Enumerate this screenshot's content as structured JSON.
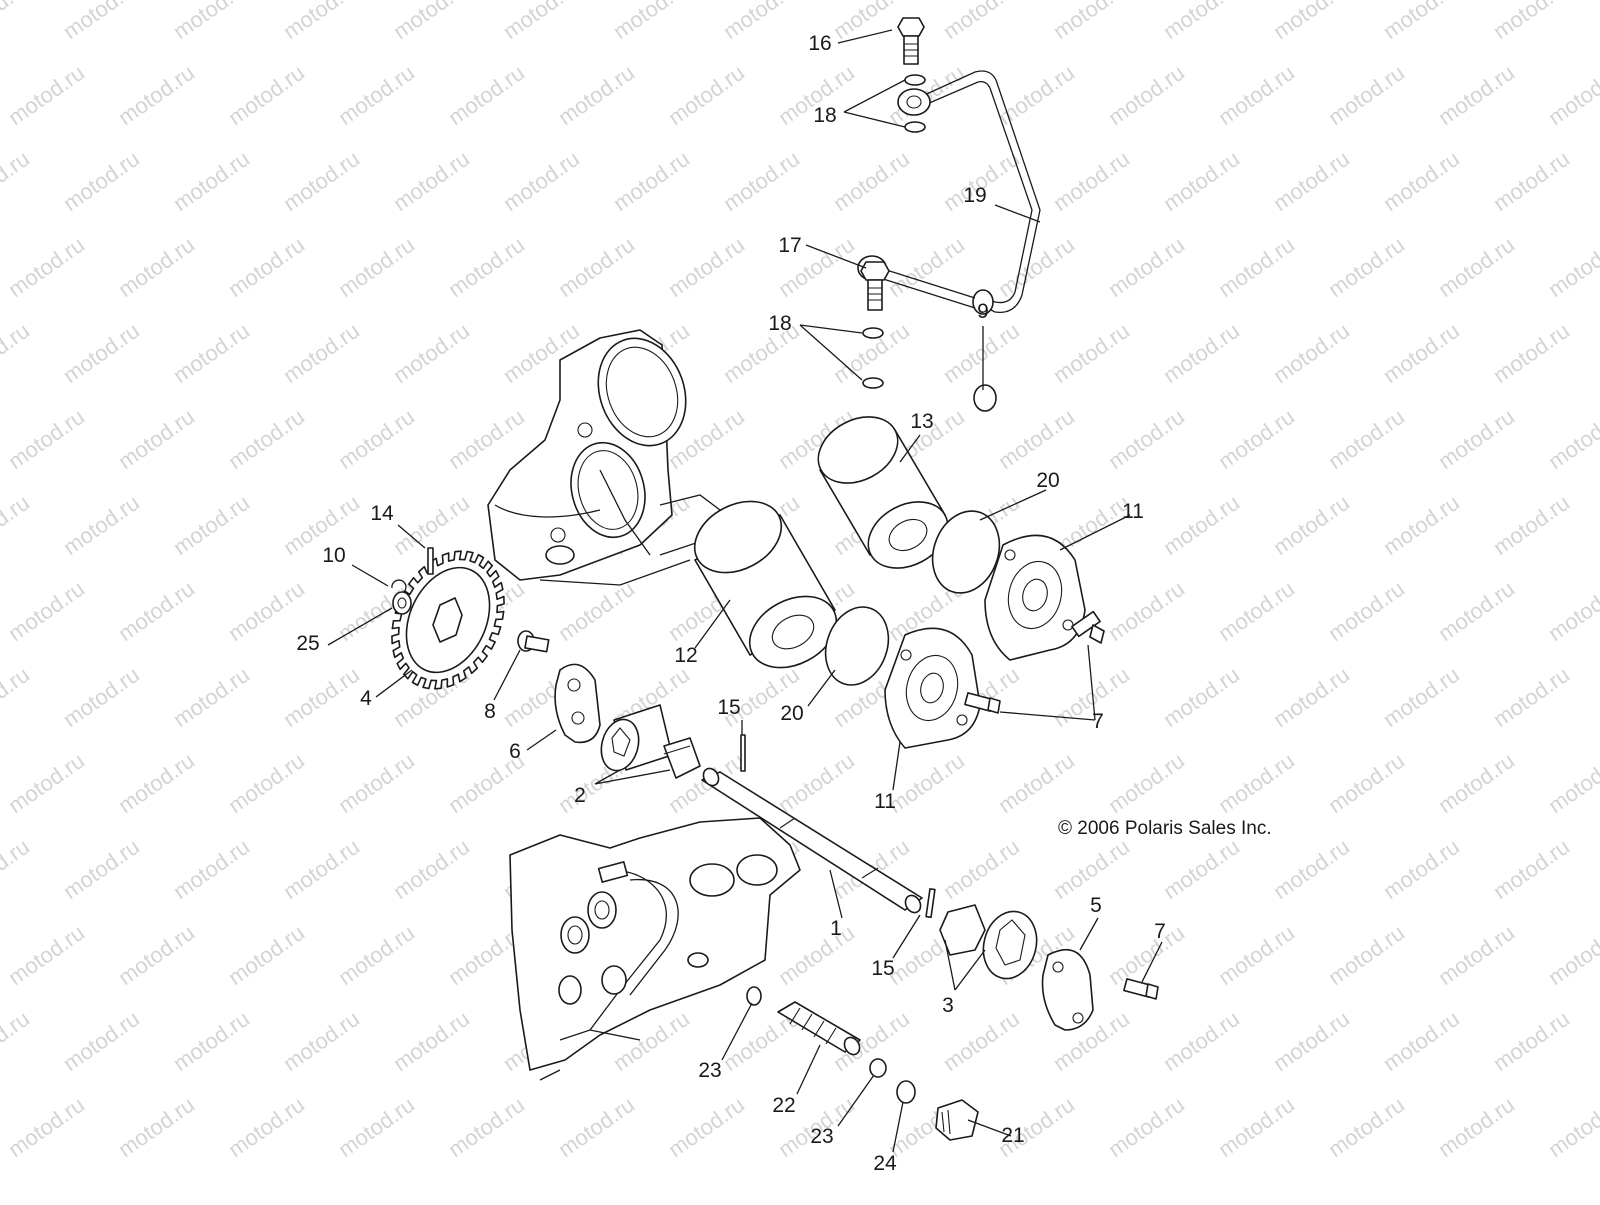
{
  "copyright": "© 2006 Polaris Sales Inc.",
  "watermark": "motod.ru",
  "callouts": [
    {
      "label": "16",
      "part": "banjo-bolt"
    },
    {
      "label": "18",
      "part": "sealing-washer"
    },
    {
      "label": "19",
      "part": "oil-line"
    },
    {
      "label": "17",
      "part": "banjo-bolt"
    },
    {
      "label": "18",
      "part": "sealing-washer"
    },
    {
      "label": "9",
      "part": "clamp"
    },
    {
      "label": "13",
      "part": "oil-filter"
    },
    {
      "label": "20",
      "part": "o-ring"
    },
    {
      "label": "11",
      "part": "filter-cover"
    },
    {
      "label": "14",
      "part": "pin"
    },
    {
      "label": "10",
      "part": "circlip"
    },
    {
      "label": "25",
      "part": "washer"
    },
    {
      "label": "12",
      "part": "oil-filter"
    },
    {
      "label": "4",
      "part": "drive-sprocket"
    },
    {
      "label": "8",
      "part": "bolt"
    },
    {
      "label": "20",
      "part": "o-ring"
    },
    {
      "label": "7",
      "part": "bolt"
    },
    {
      "label": "15",
      "part": "pin"
    },
    {
      "label": "6",
      "part": "pump-plate"
    },
    {
      "label": "2",
      "part": "pump-rotor"
    },
    {
      "label": "11",
      "part": "filter-cover"
    },
    {
      "label": "1",
      "part": "pump-shaft"
    },
    {
      "label": "5",
      "part": "pump-cover"
    },
    {
      "label": "7",
      "part": "bolt"
    },
    {
      "label": "15",
      "part": "pin"
    },
    {
      "label": "3",
      "part": "pump-rotor"
    },
    {
      "label": "23",
      "part": "o-ring"
    },
    {
      "label": "22",
      "part": "relief-valve"
    },
    {
      "label": "23",
      "part": "o-ring"
    },
    {
      "label": "24",
      "part": "o-ring"
    },
    {
      "label": "21",
      "part": "plug"
    }
  ]
}
